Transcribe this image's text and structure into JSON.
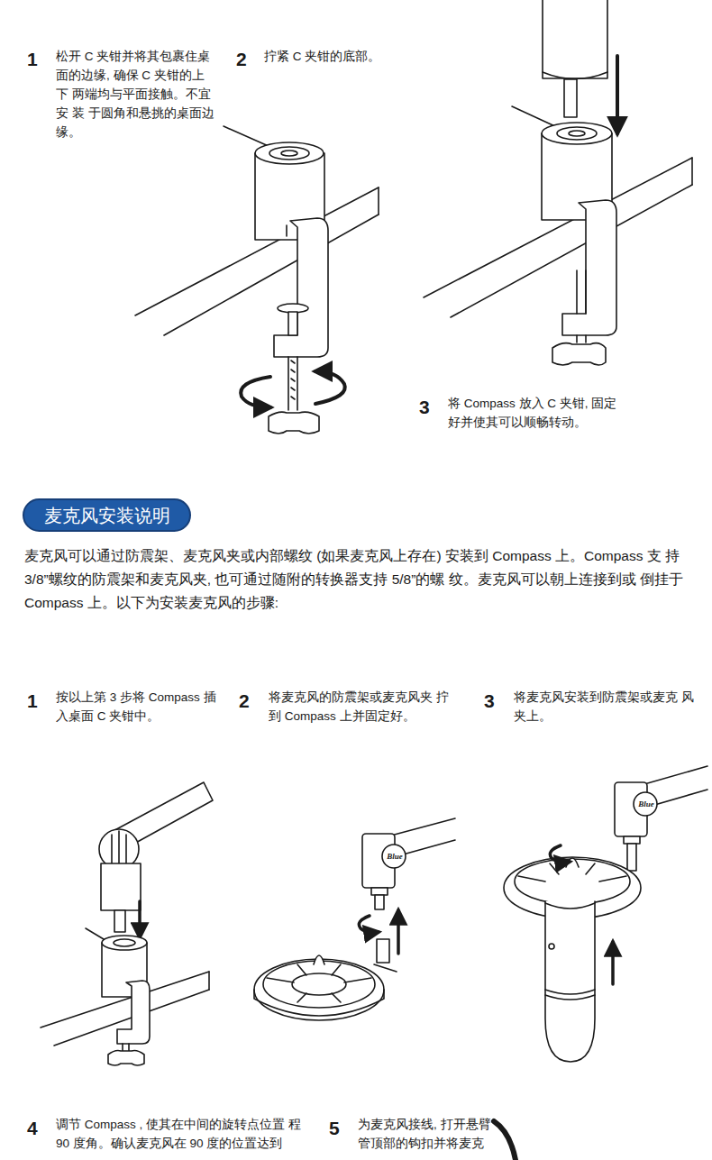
{
  "diagram": {
    "nodes": [
      {
        "text": [
          "麦克风安装说明"
        ]
      }
    ],
    "labels": [
      "1",
      "松开 C 夹钳并将其包裹住桌 面的边缘, 确保 C 夹钳的上下 两端均与平面接触。不宜安 装 于圆角和悬挑的桌面边缘。",
      "2",
      "拧紧 C 夹钳的底部。",
      "3",
      "将 Compass 放入 C 夹钳, 固定好并使其可以顺畅转动。",
      "麦克风可以通过防震架、麦克风夹或内部螺纹 (如果麦克风上存在) 安装到 Compass 上。Compass 支 持 3/8”螺纹的防震架和麦克风夹, 也可通过随附的转换器支持 5/8”的螺 纹。麦克风可以朝上连接到或 倒挂于 Compass 上。以下为安装麦克风的步骤:",
      "1",
      "按以上第 3 步将 Compass 插入桌面 C 夹钳中。",
      "2",
      "将麦克风的防震架或麦克风夹 拧到 Compass 上并固定好。",
      "3",
      "将麦克风安装到防震架或麦克 风夹上。",
      "Blue",
      "Blue",
      "4",
      "调节 Compass , 使其在中间的旋转点位置 程 90 度角。确认麦克风在 90 度的位置达到",
      "5",
      "为麦克风接线, 打开悬臂 管顶部的钩扣并将麦克"
    ]
  }
}
